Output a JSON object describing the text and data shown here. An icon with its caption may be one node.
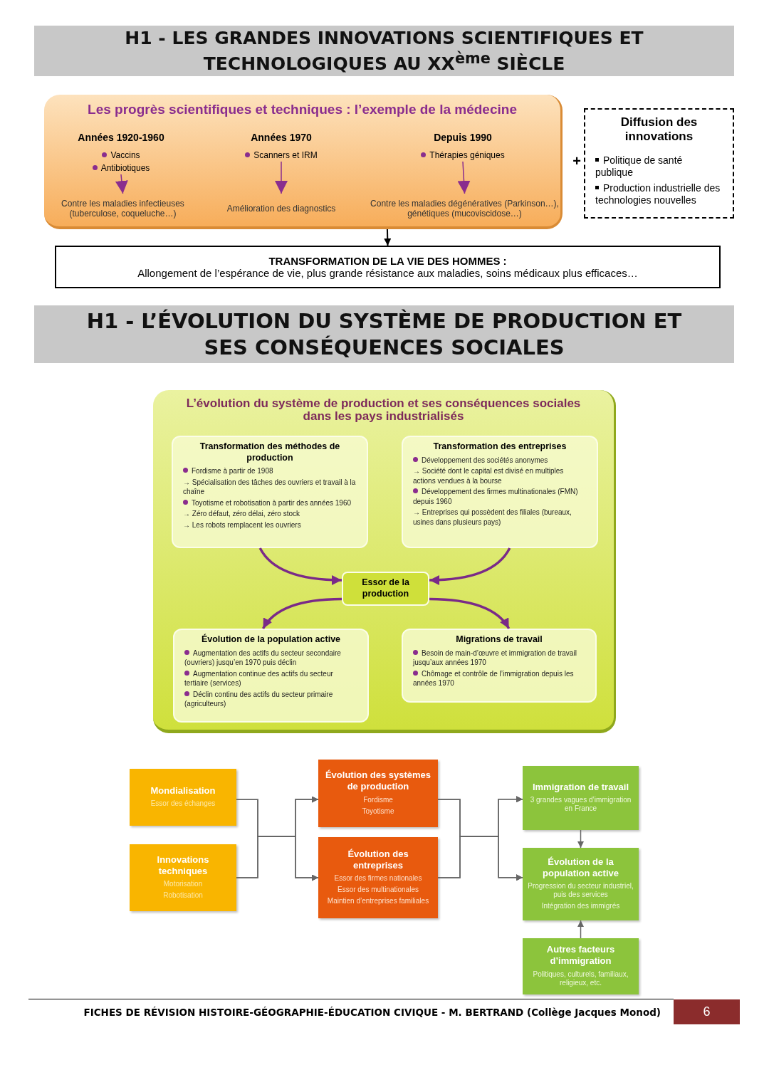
{
  "diagram": {
    "title": "H1 - LES GRANDES INNOVATIONS SCIENTIFIQUES ET TECHNOLOGIQUES AU XX$^{ème}$ SIÈCLE",
    "nodes": [
      {
        "text": [
          "Les progrès scientifiques et techniques : l’exemple de la médecine"
        ]
      },
      {
        "text": [
          "Années 1920-1960",
          "Vaccins",
          "Antibiotiques"
        ],
        "in": 0
      },
      {
        "text": [
          "Contre les maladies infectieuses (tuberculose, coqueluche…)"
        ],
        "in": 0
      },
      {
        "text": [
          "Années 1970",
          "Scanners et IRM"
        ],
        "in": 0
      },
      {
        "text": [
          "Amélioration des diagnostics"
        ],
        "in": 0
      },
      {
        "text": [
          "Depuis 1990",
          "Thérapies géniques"
        ],
        "in": 0
      },
      {
        "text": [
          "Contre les maladies dégénératives (Parkinson…), génétiques (mucoviscidose…)"
        ],
        "in": 0
      },
      {
        "text": [
          "Diffusion des innovations",
          "Politique de santé publique",
          "Production industrielle des technologies nouvelles"
        ]
      },
      {
        "text": [
          "TRANSFORMATION DE LA VIE DES HOMMES :",
          "Allongement de l’espérance de vie, plus grande résistance aux maladies, soins médicaux plus efficaces…"
        ]
      },
      {
        "text": [
          "L’évolution du système de production et ses conséquences sociales dans les pays industrialisés"
        ]
      },
      {
        "text": [
          "Transformation des méthodes de production",
          "Fordisme à partir de 1908",
          "→ Spécialisation des tâches des ouvriers et travail à la chaîne",
          "Toyotisme et robotisation à partir des années 1960",
          "→ Zéro défaut, zéro délai, zéro stock",
          "→ Les robots remplacent les ouvriers"
        ],
        "in": 9
      },
      {
        "text": [
          "Transformation des entreprises",
          "Développement des sociétés anonymes",
          "→ Société dont le capital est divisé en multiples actions vendues à la bourse",
          "Développement des firmes multinationales (FMN) depuis 1960",
          "→ Entreprises qui possèdent des filiales (bureaux, usines dans plusieurs pays)"
        ],
        "in": 9
      },
      {
        "text": [
          "Essor de la production"
        ],
        "in": 9
      },
      {
        "text": [
          "Évolution de la population active",
          "Augmentation des actifs du secteur secondaire (ouvriers) jusqu’en 1970 puis déclin",
          "Augmentation continue des actifs du secteur tertiaire (services)",
          "Déclin continu des actifs du secteur primaire (agriculteurs)"
        ],
        "in": 9
      },
      {
        "text": [
          "Migrations de travail",
          "Besoin de main-d’œuvre et immigration de travail jusqu’aux années 1970",
          "Chômage et contrôle de l’immigration depuis les années 1970"
        ],
        "in": 9
      },
      {
        "text": [
          "Mondialisation",
          "Essor des échanges"
        ]
      },
      {
        "text": [
          "Innovations techniques",
          "Motorisation",
          "Robotisation"
        ]
      },
      {
        "text": [
          "Évolution des systèmes de production",
          "Fordisme",
          "Toyotisme"
        ]
      },
      {
        "text": [
          "Évolution des entreprises",
          "Essor des firmes nationales",
          "Essor des multinationales",
          "Maintien d’entreprises familiales"
        ]
      },
      {
        "text": [
          "Immigration de travail",
          "3 grandes vagues d’immigration en France"
        ]
      },
      {
        "text": [
          "Évolution de la population active",
          "Progression du secteur industriel, puis des services",
          "Intégration des immigrés"
        ]
      },
      {
        "text": [
          "Autres facteurs d’immigration",
          "Politiques, culturels, familiaux, religieux, etc."
        ]
      }
    ],
    "edges": [
      {
        "from": 1,
        "to": 2,
        "arrow": "to"
      },
      {
        "from": 3,
        "to": 4,
        "arrow": "to"
      },
      {
        "from": 5,
        "to": 6,
        "arrow": "to"
      },
      {
        "from": 0,
        "to": 8,
        "arrow": "to",
        "color": "#000000"
      },
      {
        "from": 10,
        "to": 12,
        "arrow": "to"
      },
      {
        "from": 11,
        "to": 12,
        "arrow": "to"
      },
      {
        "from": 12,
        "to": 13,
        "arrow": "to"
      },
      {
        "from": 12,
        "to": 14,
        "arrow": "to"
      },
      {
        "from": 15,
        "to": 17,
        "arrow": "to"
      },
      {
        "from": 15,
        "to": 18,
        "arrow": "to"
      },
      {
        "from": 16,
        "to": 17,
        "arrow": "to"
      },
      {
        "from": 16,
        "to": 18,
        "arrow": "to"
      },
      {
        "from": 17,
        "to": 19,
        "arrow": "to"
      },
      {
        "from": 17,
        "to": 20,
        "arrow": "to"
      },
      {
        "from": 18,
        "to": 19,
        "arrow": "to"
      },
      {
        "from": 18,
        "to": 20,
        "arrow": "to"
      },
      {
        "from": 19,
        "to": 20,
        "arrow": "to"
      },
      {
        "from": 21,
        "to": 20,
        "arrow": "to"
      }
    ],
    "labels": [
      "+",
      "H1 - L’ÉVOLUTION DU SYSTÈME DE PRODUCTION ET SES CONSÉQUENCES SOCIALES",
      "FICHES DE RÉVISION HISTOIRE-GÉOGRAPHIE-ÉDUCATION CIVIQUE - M. BERTRAND (Collège Jacques Monod)",
      "6"
    ]
  }
}
